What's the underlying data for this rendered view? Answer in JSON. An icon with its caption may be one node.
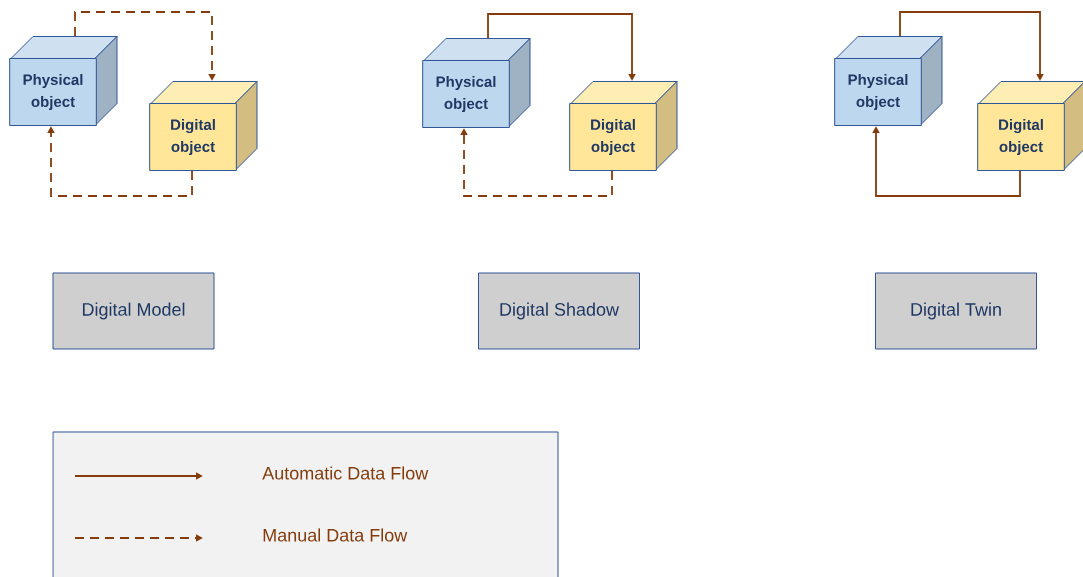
{
  "diagram": {
    "nodes": [
      {
        "text": [
          "Physical object"
        ]
      },
      {
        "text": [
          "Digital object"
        ]
      },
      {
        "text": [
          "Physical object"
        ]
      },
      {
        "text": [
          "Digital object"
        ]
      },
      {
        "text": [
          "Physical object"
        ]
      },
      {
        "text": [
          "Digital object"
        ]
      },
      {
        "text": [
          "Digital Model"
        ]
      },
      {
        "text": [
          "Digital Shadow"
        ]
      },
      {
        "text": [
          "Digital Twin"
        ]
      }
    ],
    "edges": [
      {
        "from": 0,
        "to": 1,
        "arrow": "to",
        "style": "dashed"
      },
      {
        "from": 1,
        "to": 0,
        "arrow": "to",
        "style": "dashed"
      },
      {
        "from": 2,
        "to": 3,
        "arrow": "to"
      },
      {
        "from": 3,
        "to": 2,
        "arrow": "to",
        "style": "dashed"
      },
      {
        "from": 4,
        "to": 5,
        "arrow": "to"
      },
      {
        "from": 5,
        "to": 4,
        "arrow": "to"
      }
    ],
    "legend": [
      {
        "text": "Automatic Data Flow"
      },
      {
        "text": "Manual Data Flow"
      }
    ]
  }
}
